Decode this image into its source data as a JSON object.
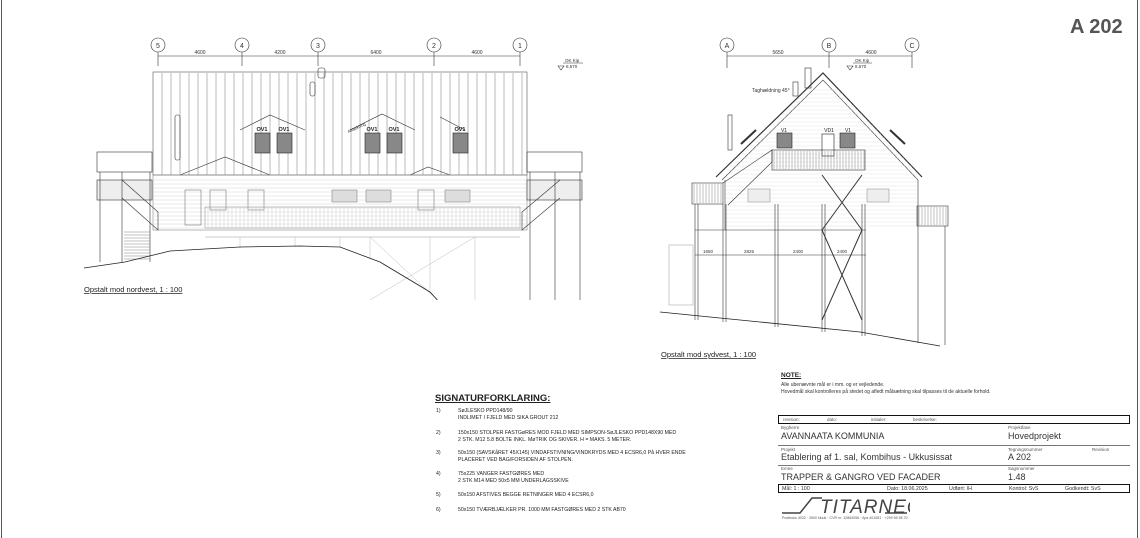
{
  "sheet": {
    "number": "A 202"
  },
  "elevation_nw": {
    "caption": "Opstalt mod nordvest,  1 : 100",
    "grid": [
      "5",
      "4",
      "3",
      "2",
      "1"
    ],
    "dims": [
      "4600",
      "4200",
      "6400",
      "4600"
    ],
    "level_label": "OK Kip",
    "level_value": "8,570",
    "window_tag": "OV1",
    "ann": "Afdækning"
  },
  "elevation_sw": {
    "caption": "Opstalt mod sydvest,  1 : 100",
    "grid": [
      "A",
      "B",
      "C"
    ],
    "dims": [
      "5650",
      "4600"
    ],
    "level_label": "OK Kip",
    "level_value": "8,570",
    "roof_pitch": "Taghældning 45°",
    "window_tags": [
      "V1",
      "VD1",
      "V1"
    ],
    "post_dims": [
      "1650",
      "2825",
      "2400",
      "2400"
    ]
  },
  "legend": {
    "title": "SIGNATURFORKLARING:",
    "items": [
      {
        "num": "1)",
        "lines": [
          "SøJLESKO PPD148/90",
          "INDLIMET I FJELD MED SIKA GROUT 212"
        ]
      },
      {
        "num": "2)",
        "lines": [
          "150x150 STOLPER FASTGøRES MOD FJELD MED SIMPSON-SøJLESKO PPD148X90 MED",
          "2 STK. M12 5.8 BOLTE INKL. MøTRIK OG SKIVER. H = MAKS. 5 METER."
        ]
      },
      {
        "num": "3)",
        "lines": [
          "50x150 (SAVSKåRET 45X145) VINDAFSTIVNING/VINDKRYDS MED 4 ECSR6,0 På HVER ENDE",
          "PLACERET VED BAG/FORSIDEN AF STOLPEN."
        ]
      },
      {
        "num": "4)",
        "lines": [
          "75x225 VANGER FASTGØRES MED",
          "2 STK M14 MED 50x5 MM UNDERLAGSSKIVE"
        ]
      },
      {
        "num": "5)",
        "lines": [
          "50x150 AFSTIVES BEGGE RETNINGER MED 4 ECSR6,0"
        ]
      },
      {
        "num": "6)",
        "lines": [
          "50x150 TVÆRBJÆLKER PR. 1000 MM FASTGØRES MED 2 STK AB70"
        ]
      }
    ]
  },
  "note": {
    "title": "NOTE:",
    "lines": [
      "Alle ubenævnte mål er  i mm. og er vejledende.",
      "Hovedmål skal kontrolleres på stedet og afledt målsætning skal tilpasses til de aktuelle forhold."
    ]
  },
  "title_block": {
    "revision_headers": [
      "revision:",
      "dato:",
      "initialer:",
      "beskrivelse:"
    ],
    "bygherre_label": "Bygherre",
    "bygherre": "AVANNAATA KOMMUNIA",
    "projektfase_label": "Projektfase",
    "projektfase": "Hovedprojekt",
    "projekt_label": "Projekt",
    "projekt": "Etablering af 1. sal, Kombihus - Ukkusissat",
    "tegningsnummer_label": "Tegningsnummer",
    "tegningsnummer": "A 202",
    "revision_label": "Revision",
    "emne_label": "Emne",
    "emne": "TRAPPER & GANGRO VED FACADER",
    "sagsnummer_label": "Sagsnummer",
    "sagsnummer": "1.48",
    "maal": "Mål:  1 : 100",
    "dato": "Dato:  18.06.2025",
    "udfoert": "Udført:  IH",
    "kontrol": "Kontrol:  SvS",
    "godkendt": "Godkendt:  SvS",
    "company": "TITARNEQ",
    "address": "Postboks 4032  ·  3900 Nuuk  ·  CVR nr. 12883056  ·  Aps 401081  ·  +299 55 55 70"
  }
}
